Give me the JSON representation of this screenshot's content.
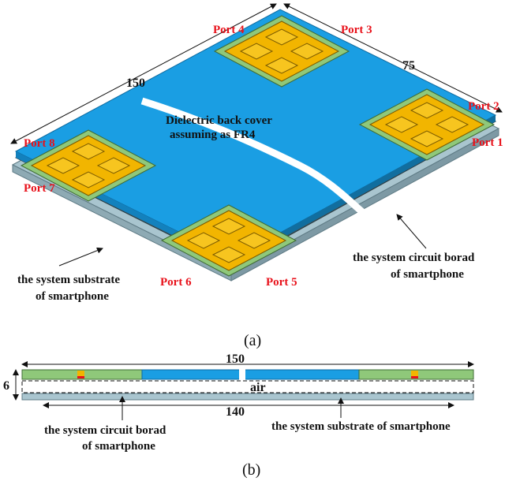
{
  "view_a": {
    "ports": [
      "Port 1",
      "Port 2",
      "Port 3",
      "Port 4",
      "Port 5",
      "Port 6",
      "Port 7",
      "Port 8"
    ],
    "dim_long": "150",
    "dim_short": "75",
    "cover_label_line1": "Dielectric back cover",
    "cover_label_line2": "assuming as FR4",
    "circuit_board_line1": "the system circuit borad",
    "circuit_board_line2": "of smartphone",
    "substrate_line1": "the system substrate",
    "substrate_line2": "of smartphone",
    "caption": "(a)"
  },
  "view_b": {
    "dim_top": "150",
    "dim_height": "6",
    "dim_bottom": "140",
    "air": "air",
    "circuit_board_line1": "the system circuit borad",
    "circuit_board_line2": "of smartphone",
    "substrate": "the system substrate of smartphone",
    "caption": "(b)"
  },
  "colors": {
    "cover_blue": "#1a9ee3",
    "module_green": "#8fc87a",
    "module_gold": "#f2b500",
    "board_gray": "#3c5660",
    "substrate_gray": "#a9c5cf",
    "port_red": "#e8121b"
  }
}
